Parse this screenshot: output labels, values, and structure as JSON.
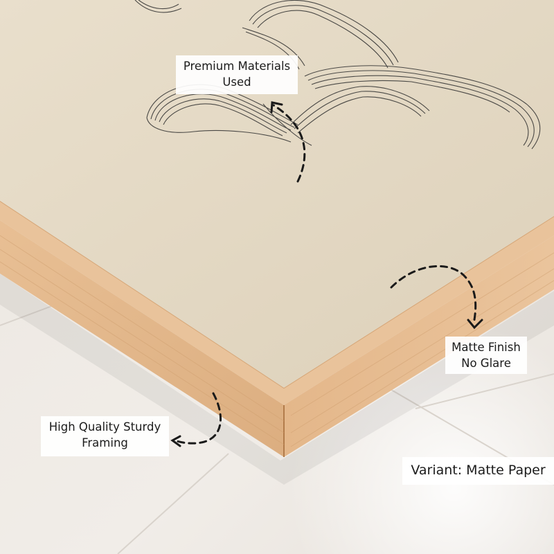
{
  "callouts": {
    "premium": {
      "line1": "Premium Materials",
      "line2": "Used"
    },
    "matte": {
      "line1": "Matte Finish",
      "line2": "No Glare"
    },
    "framing": {
      "line1": "High Quality Sturdy",
      "line2": "Framing"
    }
  },
  "variant_label": "Variant: Matte Paper",
  "colors": {
    "floor": "#efeae4",
    "paper": "#e6dcc8",
    "frame_wood": "#e2b78b",
    "frame_shadow": "#c9935f",
    "ink": "#2b2b2b",
    "label_bg": "#ffffff"
  }
}
